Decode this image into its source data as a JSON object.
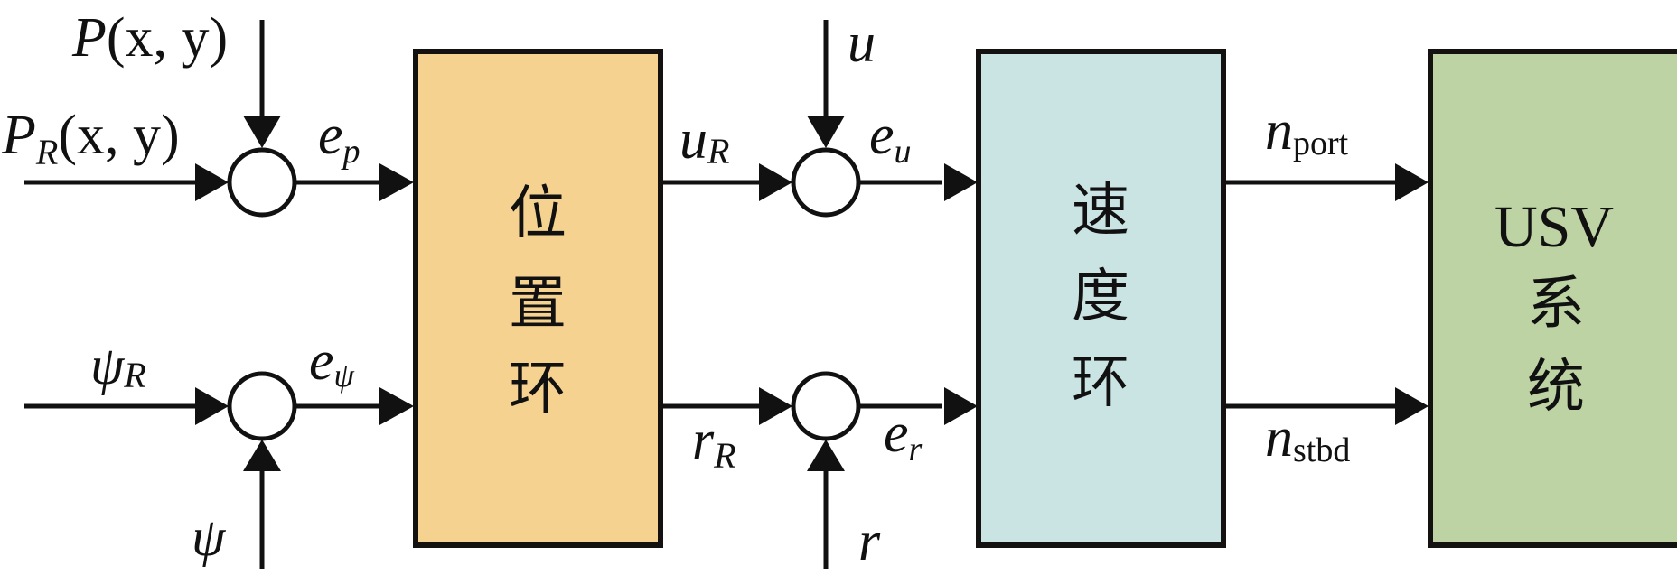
{
  "diagram": {
    "title": "USV dual-loop control block diagram",
    "blocks": [
      {
        "id": "position-loop",
        "label_lines": [
          "位",
          "置",
          "环"
        ],
        "fill": "#F5D290"
      },
      {
        "id": "speed-loop",
        "label_lines": [
          "速",
          "度",
          "环"
        ],
        "fill": "#CAE3E3"
      },
      {
        "id": "usv-system",
        "label_lines": [
          "USV",
          "系",
          "统"
        ],
        "fill": "#BDD3A3"
      }
    ],
    "junctions": [
      {
        "id": "sum-position",
        "inputs": [
          "P_R(x, y)",
          "P(x, y)"
        ],
        "output": "e_p"
      },
      {
        "id": "sum-heading",
        "inputs": [
          "ψ_R",
          "ψ"
        ],
        "output": "e_ψ"
      },
      {
        "id": "sum-surge",
        "inputs": [
          "u_R",
          "u"
        ],
        "output": "e_u"
      },
      {
        "id": "sum-yaw",
        "inputs": [
          "r_R",
          "r"
        ],
        "output": "e_r"
      }
    ],
    "signals": {
      "p_feedback": {
        "main": "P",
        "rest": "(x, y)"
      },
      "p_ref": {
        "main": "P",
        "sub": "R",
        "rest": "(x, y)"
      },
      "e_p": {
        "main": "e",
        "sub": "p"
      },
      "psi_ref": {
        "main": "ψ",
        "sub": "R"
      },
      "e_psi": {
        "main": "e",
        "sub": "ψ"
      },
      "psi": {
        "main": "ψ"
      },
      "u_ref": {
        "main": "u",
        "sub": "R"
      },
      "u": {
        "main": "u"
      },
      "e_u": {
        "main": "e",
        "sub": "u"
      },
      "r_ref": {
        "main": "r",
        "sub": "R"
      },
      "e_r": {
        "main": "e",
        "sub": "r"
      },
      "r": {
        "main": "r"
      },
      "n_port": {
        "main": "n",
        "sub": "port"
      },
      "n_stbd": {
        "main": "n",
        "sub": "stbd"
      }
    }
  }
}
